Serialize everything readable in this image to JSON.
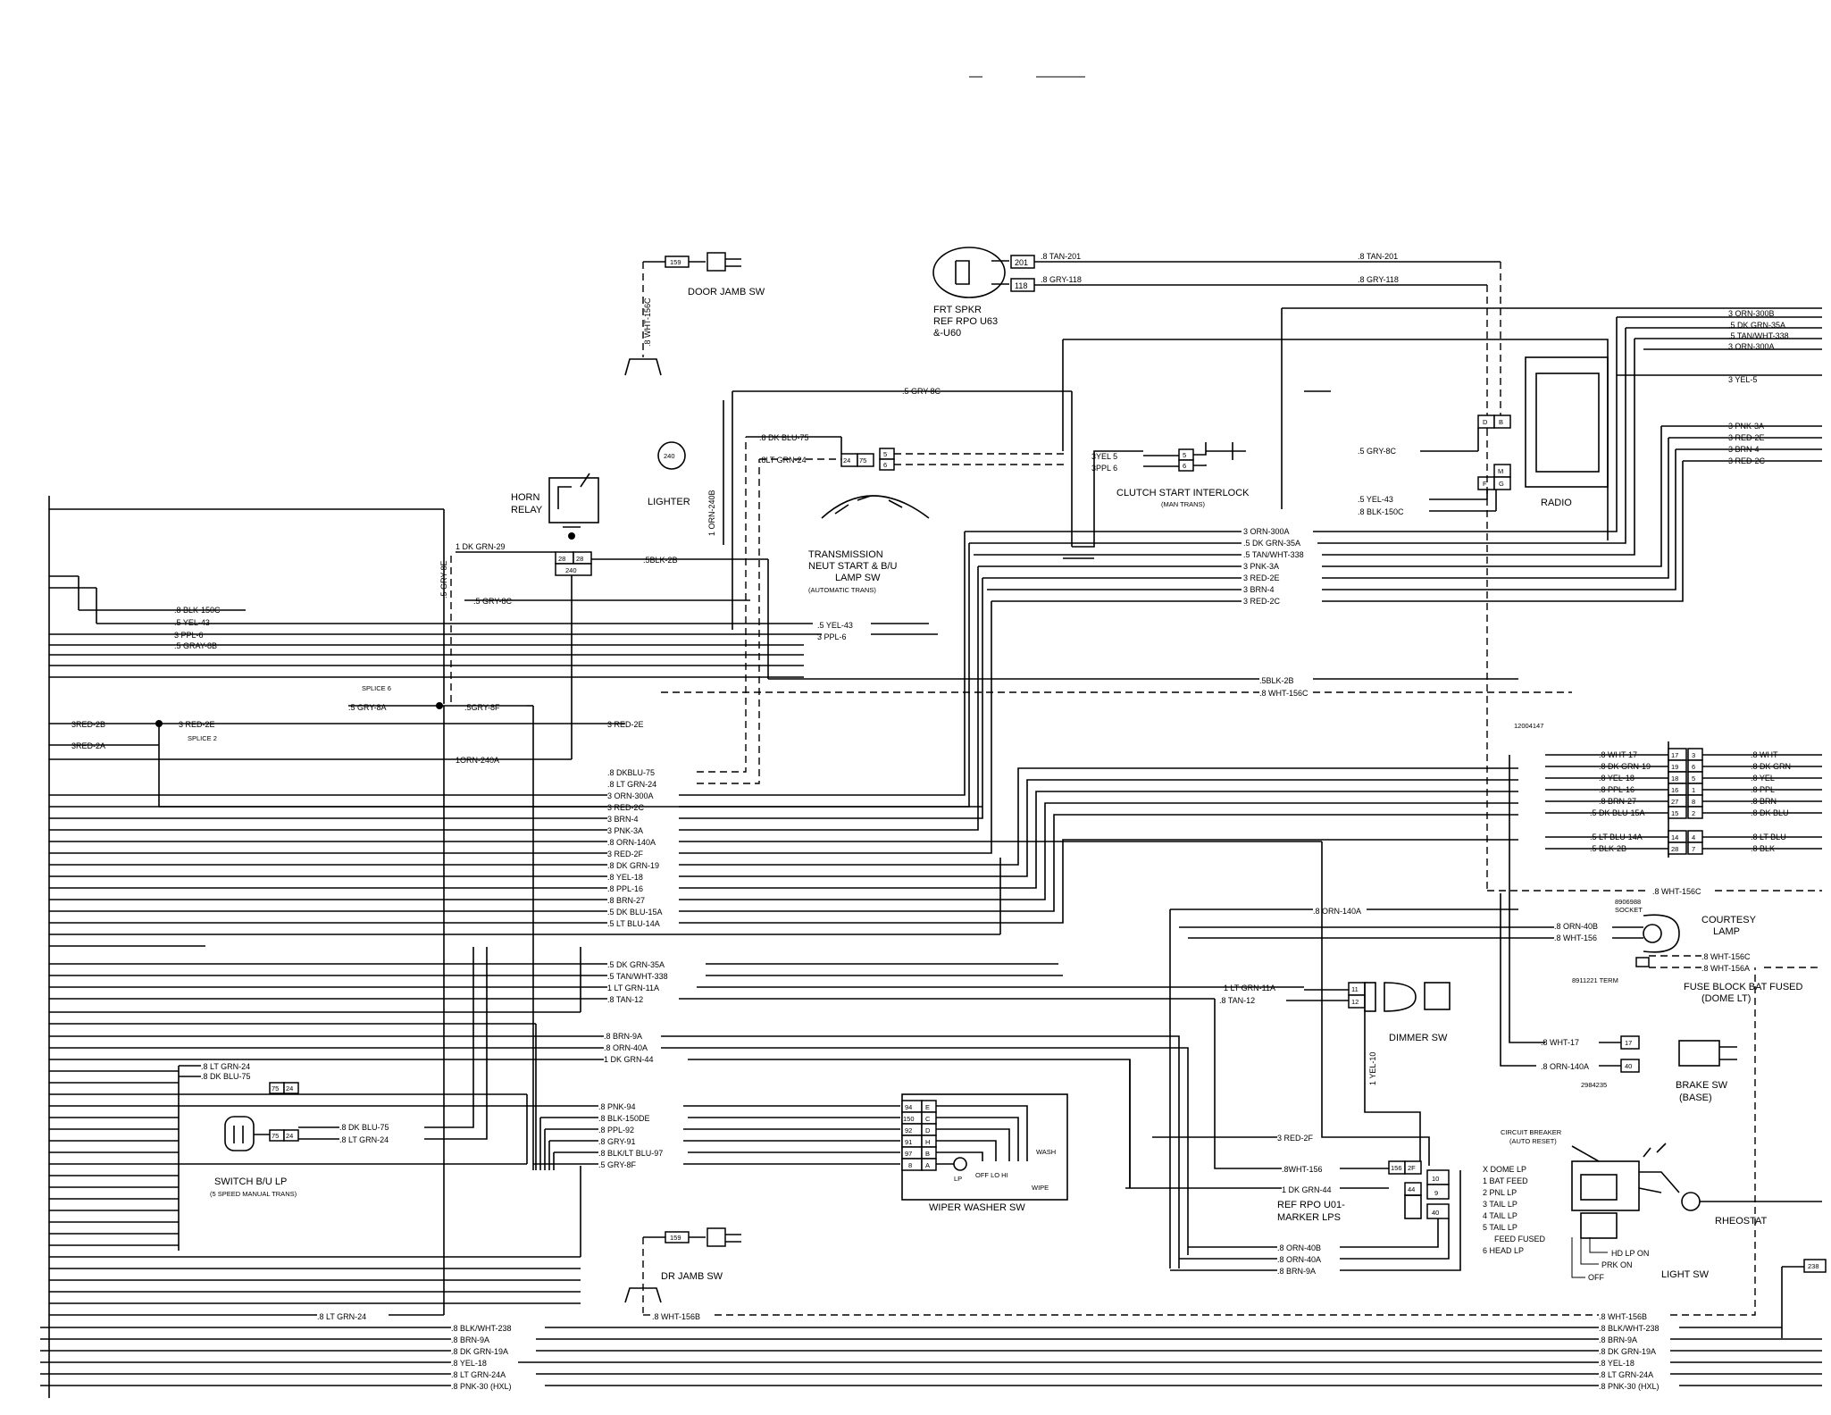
{
  "components": {
    "door_jamb_sw": "DOOR JAMB SW",
    "dr_jamb_sw": "DR JAMB SW",
    "frt_spkr": [
      "FRT SPKR",
      "REF RPO U63",
      "&-U60"
    ],
    "horn_relay": [
      "HORN",
      "RELAY"
    ],
    "lighter": "LIGHTER",
    "transmission_sw": [
      "TRANSMISSION",
      "NEUT START & B/U",
      "LAMP SW"
    ],
    "transmission_note": "(AUTOMATIC TRANS)",
    "clutch_start": "CLUTCH START INTERLOCK",
    "clutch_note": "(MAN TRANS)",
    "radio": "RADIO",
    "splice6": "SPLICE 6",
    "splice2": "SPLICE 2",
    "courtesy_lamp": [
      "COURTESY",
      "LAMP"
    ],
    "socket": [
      "8906988",
      "SOCKET"
    ],
    "term": "8911221 TERM",
    "fuse_block": [
      "FUSE BLOCK BAT FUSED",
      "(DOME LT)"
    ],
    "dimmer_sw": "DIMMER SW",
    "brake_sw": [
      "BRAKE SW",
      "(BASE)"
    ],
    "brake_part": "2984235",
    "connector_part": "12004147",
    "switch_bu": "SWITCH B/U LP",
    "switch_bu_note": "(5 SPEED MANUAL TRANS)",
    "wiper_washer": "WIPER WASHER SW",
    "wash": "WASH",
    "wipe": "WIPE",
    "wiper_positions": "OFF LO HI",
    "lp": "LP",
    "marker": [
      "REF RPO U01-",
      "MARKER LPS"
    ],
    "circuit_breaker": [
      "CIRCUIT BREAKER",
      "(AUTO RESET)"
    ],
    "rheostat": "RHEOSTAT",
    "light_sw": "LIGHT SW",
    "light_sw_list": [
      "X DOME LP",
      "1 BAT FEED",
      "2 PNL LP",
      "3 TAIL LP",
      "4 TAIL LP",
      "5 TAIL LP",
      "FEED FUSED",
      "6 HEAD LP"
    ],
    "light_positions": [
      "HD LP ON",
      "PRK ON",
      "OFF"
    ]
  },
  "connector_pins": {
    "horn": [
      "28",
      "28",
      "240"
    ],
    "lighter": "240",
    "speaker": [
      "201",
      "118"
    ],
    "trans": [
      "24",
      "75",
      "5",
      "6"
    ],
    "clutch": [
      "5",
      "6"
    ],
    "radio": [
      "D",
      "B",
      "M",
      "F",
      "G"
    ],
    "dimmer": [
      "11",
      "12"
    ],
    "brake": [
      "17",
      "40"
    ],
    "switch_bu": [
      "75",
      "24",
      "75",
      "24"
    ],
    "wiper": [
      "94",
      "150",
      "92",
      "91",
      "97",
      "8",
      "E",
      "C",
      "D",
      "H",
      "B",
      "A"
    ],
    "marker": [
      "156",
      "2F",
      "44",
      "10",
      "9",
      "40"
    ],
    "right": [
      "17",
      "19",
      "18",
      "16",
      "27",
      "15",
      "14",
      "28",
      "3",
      "6",
      "5",
      "1",
      "8",
      "2",
      "4",
      "7"
    ],
    "bottom_right": "238"
  },
  "wires": {
    "left_top": [
      ".8 BLK-150C",
      ".5 YEL-43",
      "3 PPL-6",
      ".5 GRAY-8B"
    ],
    "horn": "1 DK GRN-29",
    "gry8c_horn": ".5 GRY-8C",
    "gry8e": ".5 GRY-8E",
    "gry8a": ".5 GRY-8A",
    "gry8f": ".5GRY-8F",
    "red2b": "3RED-2B",
    "red2e_left": "3 RED-2E",
    "red2a": "3RED-2A",
    "red2e_mid": "3 RED-2E",
    "orn240a": "1ORN-240A",
    "orn240b": "1 ORN-240B",
    "wht156c_top": ".8 WHT-156C",
    "blk2b": ".5BLK-2B",
    "dkblu75_top": ".8 DK BLU-75",
    "ltgrn24_top": ".8LT GRN-24",
    "gry8c_top": ".5 GRY-8C",
    "tan201_a": ".8 TAN-201",
    "tan201_b": ".8 TAN-201",
    "gry118_a": ".8 GRY-118",
    "gry118_b": ".8 GRY-118",
    "yel5": "3YEL 5",
    "ppl6": "3PPL 6",
    "gry8c_radio": ".5 GRY-8C",
    "yel43_radio": ".5 YEL-43",
    "blk150c_radio": ".8 BLK-150C",
    "yel43_mid": ".5 YEL-43",
    "ppl6_mid": "3 PPL-6",
    "center_bundle": [
      "3 ORN-300A",
      ".5 DK GRN-35A",
      ".5 TAN/WHT-338",
      "3 PNK-3A",
      "3 RED-2E",
      "3 BRN-4",
      "3 RED-2C"
    ],
    "blk2b_mid": ".5BLK-2B",
    "wht156c_mid": ".8 WHT-156C",
    "mid_bundle": [
      ".8 DKBLU-75",
      ".8 LT GRN-24",
      "3 ORN-300A",
      "3 RED-2C",
      "3 BRN-4",
      "3 PNK-3A",
      ".8 ORN-140A",
      "3 RED-2F",
      ".8 DK GRN-19",
      ".8 YEL-18",
      ".8 PPL-16",
      ".8 BRN-27",
      ".5 DK BLU-15A",
      ".5 LT BLU-14A"
    ],
    "lower_bundle": [
      ".5 DK GRN-35A",
      ".5 TAN/WHT-338",
      "1 LT GRN-11A",
      ".8 TAN-12"
    ],
    "dimmer_in": [
      "1 LT GRN-11A",
      ".8 TAN-12"
    ],
    "yel10": "1 YEL-10",
    "orn140a_right": ".8 ORN-140A",
    "brn_bundle": [
      ".8 BRN-9A",
      ".8 ORN-40A",
      "1 DK GRN-44"
    ],
    "sw_bu_in": [
      ".8 LT GRN-24",
      ".8 DK BLU-75"
    ],
    "sw_bu_out": [
      ".8 DK BLU-75",
      ".8 LT GRN-24"
    ],
    "wiper_in": [
      ".8 PNK-94",
      ".8 BLK-150DE",
      ".8 PPL-92",
      ".8 GRY-91",
      ".8 BLK/LT BLU-97",
      ".5 GRY-8F"
    ],
    "red2f": "3 RED-2F",
    "wht156": ".8WHT-156",
    "dkgrn44": "1 DK GRN-44",
    "marker_out": [
      ".8 ORN-40B",
      ".8 ORN-40A",
      ".8 BRN-9A"
    ],
    "wht156b": ".8 WHT-156B",
    "ltgrn24_bottom": ".8 LT GRN-24",
    "bottom_bundle": [
      ".8 BLK/WHT-238",
      ".8 BRN-9A",
      ".8 DK GRN-19A",
      ".8 YEL-18",
      ".8 LT GRN-24A",
      ".8 PNK-30 (HXL)"
    ],
    "bottom_bundle_right": [
      ".8 WHT-156B",
      ".8 BLK/WHT-238",
      ".8 BRN-9A",
      ".8 DK GRN-19A",
      ".8 YEL-18",
      ".8 LT GRN-24A",
      ".8 PNK-30 (HXL)"
    ],
    "right_in": [
      ".8 WHT-17",
      ".8 DK GRN-19",
      ".8 YEL-18",
      ".8 PPL-16",
      ".8 BRN-27",
      ".5 DK BLU-15A",
      ".5 LT BLU-14A",
      ".5 BLK-2B"
    ],
    "right_out": [
      ".8 WHT",
      ".8 DK GRN",
      ".8 YEL",
      ".8 PPL",
      ".8 BRN",
      ".8 DK BLU",
      ".8 LT BLU",
      ".8 BLK"
    ],
    "wht156c_right": ".8 WHT-156C",
    "courtesy": [
      ".8 ORN-40B",
      ".8 WHT-156"
    ],
    "fuse": [
      ".8 WHT-156C",
      ".8 WHT-156A"
    ],
    "brake_in": [
      ".8 WHT-17",
      ".8 ORN-140A"
    ],
    "top_right": [
      "3 ORN-300B",
      ".5 DK GRN-35A",
      ".5 TAN/WHT-338",
      "3 ORN-300A",
      "3 YEL-5",
      "3 PNK-3A",
      "3 RED-2E",
      "3 BRN-4",
      "3 RED-2C"
    ]
  }
}
